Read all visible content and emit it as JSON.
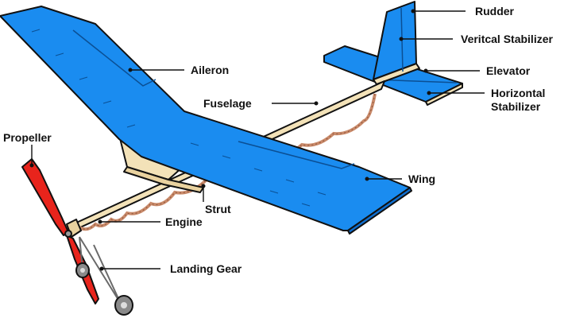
{
  "labels": {
    "rudder": "Rudder",
    "vertical_stabilizer": "Veritcal Stabilizer",
    "aileron": "Aileron",
    "elevator": "Elevator",
    "horizontal_stabilizer_line1": "Horizontal",
    "horizontal_stabilizer_line2": "Stabilizer",
    "fuselage": "Fuselage",
    "propeller": "Propeller",
    "wing": "Wing",
    "strut": "Strut",
    "engine": "Engine",
    "landing_gear": "Landing Gear"
  },
  "colors": {
    "wing_blue": "#1a8cf0",
    "wing_blue_dark": "#0f6fd0",
    "wood": "#f3e2b8",
    "wood_dark": "#d8c08a",
    "rubber_band": "#c98a6a",
    "propeller_red": "#e8241c",
    "outline": "#111111"
  }
}
